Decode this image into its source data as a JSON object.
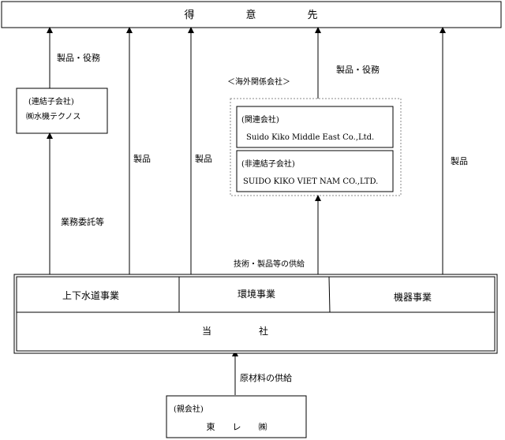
{
  "top_box": {
    "label": "得　　　　　意　　　　　先"
  },
  "subsidiary": {
    "category": "(連結子会社)",
    "name": "㈱水機テクノス"
  },
  "overseas": {
    "group_label": "＜海外関係会社＞",
    "associate": {
      "category": "(関連会社)",
      "name": "Suido Kiko Middle East Co.,Ltd."
    },
    "nonconsolidated": {
      "category": "(非連結子会社)",
      "name": "SUIDO KIKO VIET NAM CO.,LTD."
    }
  },
  "flow_labels": {
    "products_services_left": "製品・役務",
    "products_services_right": "製品・役務",
    "products_1": "製品",
    "products_2": "製品",
    "products_3": "製品",
    "outsourcing": "業務委託等",
    "tech_supply": "技術・製品等の供給",
    "raw_material": "原材料の供給"
  },
  "company": {
    "segments": [
      "上下水道事業",
      "環境事業",
      "機器事業"
    ],
    "name": "当　　　　　社"
  },
  "parent": {
    "category": "(親会社)",
    "name": "東　　レ　　㈱"
  }
}
